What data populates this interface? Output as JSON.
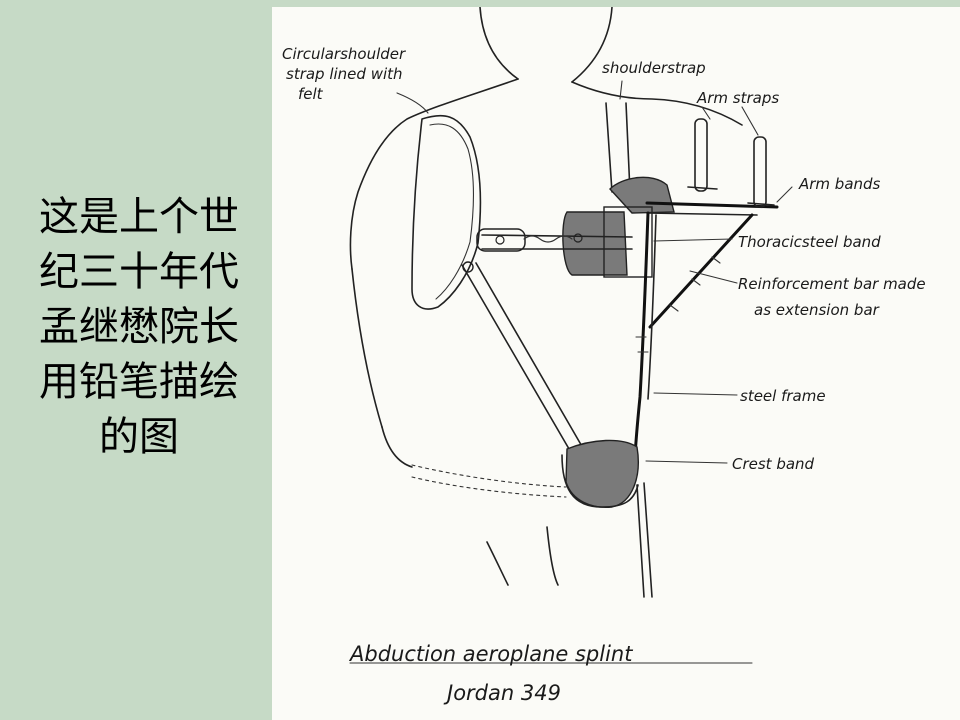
{
  "caption": {
    "lines": [
      "这是上个世",
      "纪三十年代",
      "孟继懋院长",
      "用铅笔描绘",
      "的图"
    ]
  },
  "drawing": {
    "labels": {
      "circular_strap_1": "Circularshoulder",
      "circular_strap_2": "strap lined with",
      "circular_strap_3": "felt",
      "shoulder_strap": "shoulderstrap",
      "arm_straps": "Arm straps",
      "arm_bands": "Arm bands",
      "thoracic_band": "Thoracicsteel band",
      "reinforcement_1": "Reinforcement bar made",
      "reinforcement_2": "as extension bar",
      "steel_frame": "steel frame",
      "crest_band": "Crest band"
    },
    "title": "Abduction aeroplane splint",
    "author": "Jordan 349"
  },
  "colors": {
    "background": "#c6dac6",
    "paper": "#fbfbf7",
    "ink": "#1a1a1a"
  }
}
